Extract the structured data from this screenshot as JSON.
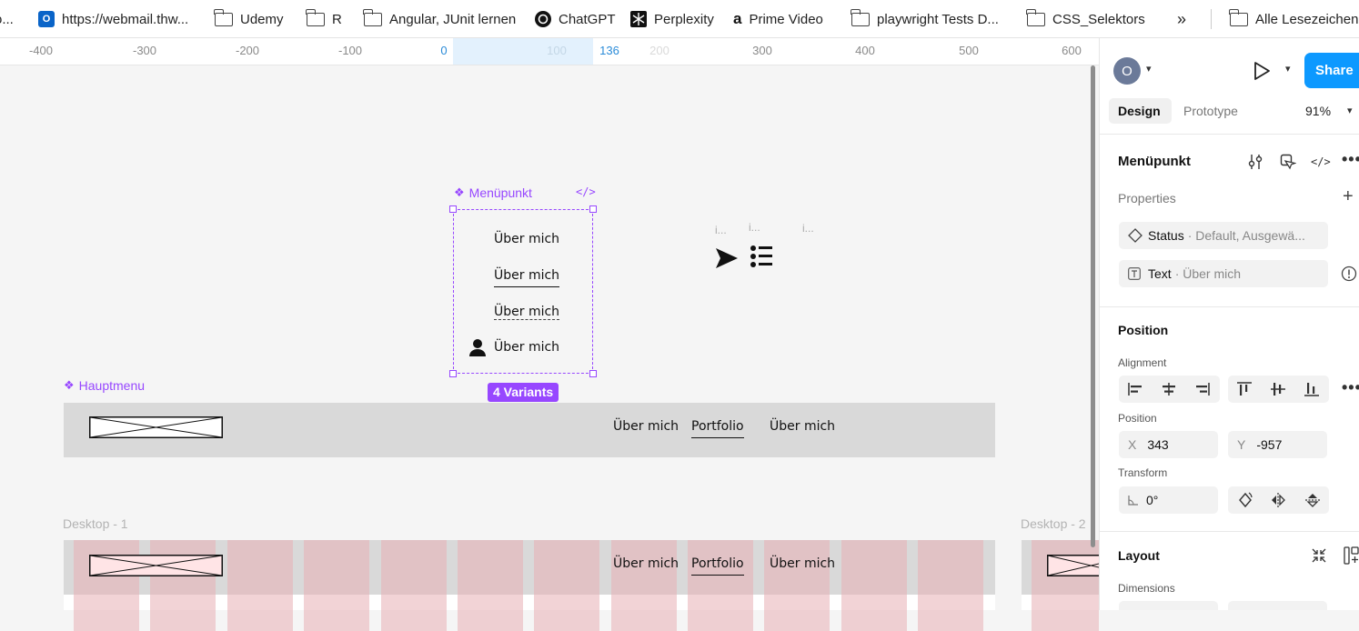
{
  "bookmarks": [
    {
      "label": "o..."
    },
    {
      "label": "https://webmail.thw...",
      "icon": "outlook-icon"
    },
    {
      "label": "Udemy",
      "icon": "folder-icon"
    },
    {
      "label": "R",
      "icon": "folder-icon"
    },
    {
      "label": "Angular, JUnit lernen",
      "icon": "folder-icon"
    },
    {
      "label": "ChatGPT",
      "icon": "chatgpt-icon"
    },
    {
      "label": "Perplexity",
      "icon": "perplexity-icon"
    },
    {
      "label": "Prime Video",
      "icon": "amazon-icon"
    },
    {
      "label": "playwright Tests D...",
      "icon": "folder-icon"
    },
    {
      "label": "CSS_Selektors",
      "icon": "folder-icon"
    },
    {
      "label": "Alle Lesezeichen",
      "icon": "folder-icon"
    }
  ],
  "ruler": {
    "ticks": [
      "-400",
      "-300",
      "-200",
      "-100",
      "0",
      "100",
      "136",
      "200",
      "300",
      "400",
      "500",
      "600"
    ]
  },
  "canvas": {
    "component_set": {
      "name": "Menüpunkt",
      "variants_badge": "4 Variants",
      "variants": [
        "Über mich",
        "Über mich",
        "Über mich",
        "Über mich"
      ]
    },
    "instance_labels": [
      "i...",
      "i...",
      "i..."
    ],
    "hauptmenu": {
      "name": "Hauptmenu",
      "nav_items": [
        "Über mich",
        "Portfolio",
        "Über mich"
      ]
    },
    "desktop1": {
      "name": "Desktop - 1",
      "nav_items": [
        "Über mich",
        "Portfolio",
        "Über mich"
      ]
    },
    "desktop2": {
      "name": "Desktop - 2"
    }
  },
  "panel": {
    "avatar_initial": "O",
    "share_label": "Share",
    "tabs": [
      "Design",
      "Prototype"
    ],
    "active_tab": "Design",
    "zoom": "91%",
    "component_name": "Menüpunkt",
    "properties_title": "Properties",
    "status_prop": {
      "name": "Status",
      "value": "· Default, Ausgewä..."
    },
    "text_prop": {
      "name": "Text",
      "value": "· Über mich"
    },
    "position_title": "Position",
    "alignment_label": "Alignment",
    "position_label": "Position",
    "x_label": "X",
    "x_value": "343",
    "y_label": "Y",
    "y_value": "-957",
    "transform_label": "Transform",
    "rotation": "0°",
    "layout_title": "Layout",
    "dimensions_label": "Dimensions"
  },
  "colors": {
    "accent": "#9747ff",
    "share": "#0d99ff",
    "nav_bg": "#d9d9d9",
    "column": "#e8aeb4"
  }
}
